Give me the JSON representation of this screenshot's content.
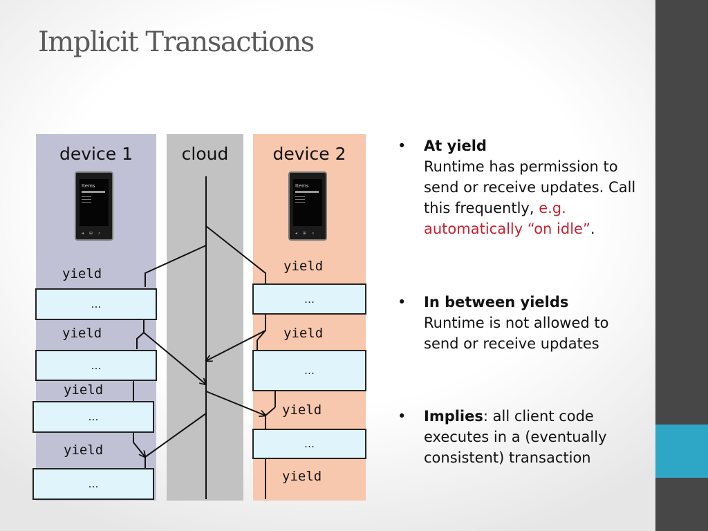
{
  "title": "Implicit Transactions",
  "lanes": {
    "device1": "device 1",
    "cloud": "cloud",
    "device2": "device 2"
  },
  "phone_screen_title": "Items",
  "yield_label": "yield",
  "box_label": "…",
  "bullets": [
    {
      "heading": "At yield",
      "text": "Runtime has permission to send or receive updates. Call this frequently, ",
      "highlight": "e.g. automatically “on idle”",
      "tail": "."
    },
    {
      "heading": "In between yields",
      "text": "Runtime is not allowed to send or receive updates"
    },
    {
      "heading": "Implies",
      "text": ": all client code executes in a (eventually consistent) transaction"
    }
  ],
  "colors": {
    "device1_lane": "#c1c1d6",
    "cloud_lane": "#c2c2c2",
    "device2_lane": "#f7c8ad",
    "box_fill": "#dff5fb",
    "highlight_red": "#c8202f",
    "side_bar": "#474747",
    "side_accent": "#2ea6c5"
  }
}
